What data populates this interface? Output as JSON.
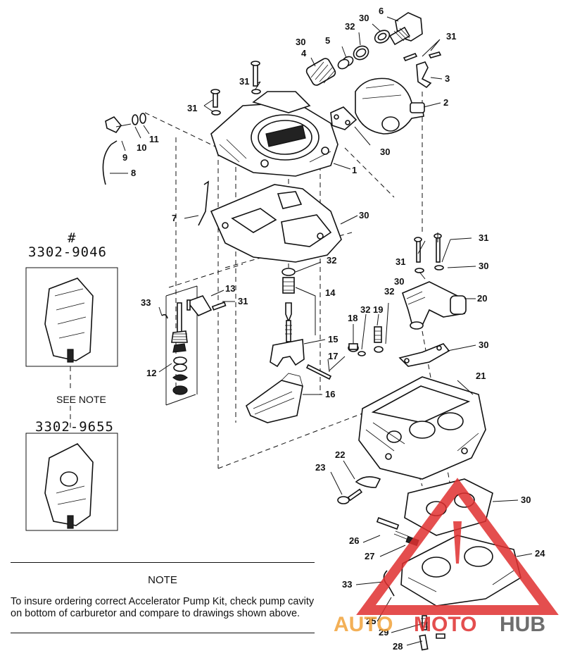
{
  "callouts": [
    "1",
    "2",
    "3",
    "4",
    "5",
    "6",
    "7",
    "8",
    "9",
    "10",
    "11",
    "12",
    "13",
    "14",
    "15",
    "16",
    "17",
    "18",
    "19",
    "20",
    "21",
    "22",
    "23",
    "24",
    "25",
    "26",
    "27",
    "28",
    "29",
    "30",
    "31",
    "32",
    "33"
  ],
  "variants": [
    {
      "part_number": "3302-9046"
    },
    {
      "part_number": "3302-9655"
    }
  ],
  "hash_mark": "#",
  "see_note": "SEE NOTE",
  "note": {
    "title": "NOTE",
    "body": "To insure ordering correct Accelerator Pump Kit, check pump cavity on bottom of carburetor and compare to drawings shown above."
  },
  "watermark": {
    "brand_part_1": "AUTO",
    "brand_part_2": "MOTO",
    "brand_part_3": "HUB",
    "color_orange": "#f2a33a",
    "color_red": "#e03030",
    "color_gray": "#555555"
  }
}
